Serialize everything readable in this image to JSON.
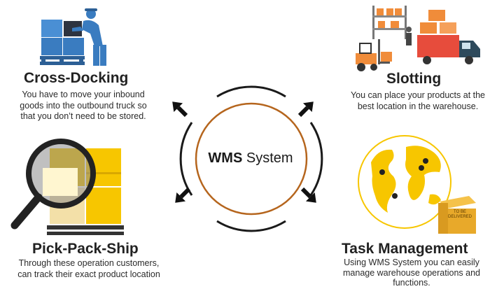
{
  "center": {
    "label_bold": "WMS",
    "label_rest": " System"
  },
  "sections": {
    "cross_docking": {
      "title": "Cross-Docking",
      "lines": [
        "You have to move your inbound",
        "goods into the outbound truck so",
        "that you don’t need to be stored."
      ]
    },
    "slotting": {
      "title": "Slotting",
      "lines": [
        "You can place your products at the",
        "best location in the warehouse."
      ]
    },
    "pick_pack_ship": {
      "title": "Pick-Pack-Ship",
      "lines": [
        "Through these operation customers,",
        "can track their exact product location"
      ]
    },
    "task_management": {
      "title": "Task Management",
      "lines": [
        "Using WMS System you can easily",
        "manage warehouse operations and",
        "functions."
      ]
    }
  },
  "illustrations": {
    "globe_box_label": [
      "TO BE",
      "DELIVERED"
    ]
  },
  "icons": [
    "worker-pallet-icon",
    "forklift-truck-icon",
    "magnifier-boxes-icon",
    "globe-pin-icon"
  ],
  "colors": {
    "ring_black": "#1a1a1a",
    "ring_brown": "#b5651d",
    "accent_blue": "#3a7cc0",
    "accent_orange": "#f08c3a",
    "accent_yellow": "#f7c600"
  }
}
